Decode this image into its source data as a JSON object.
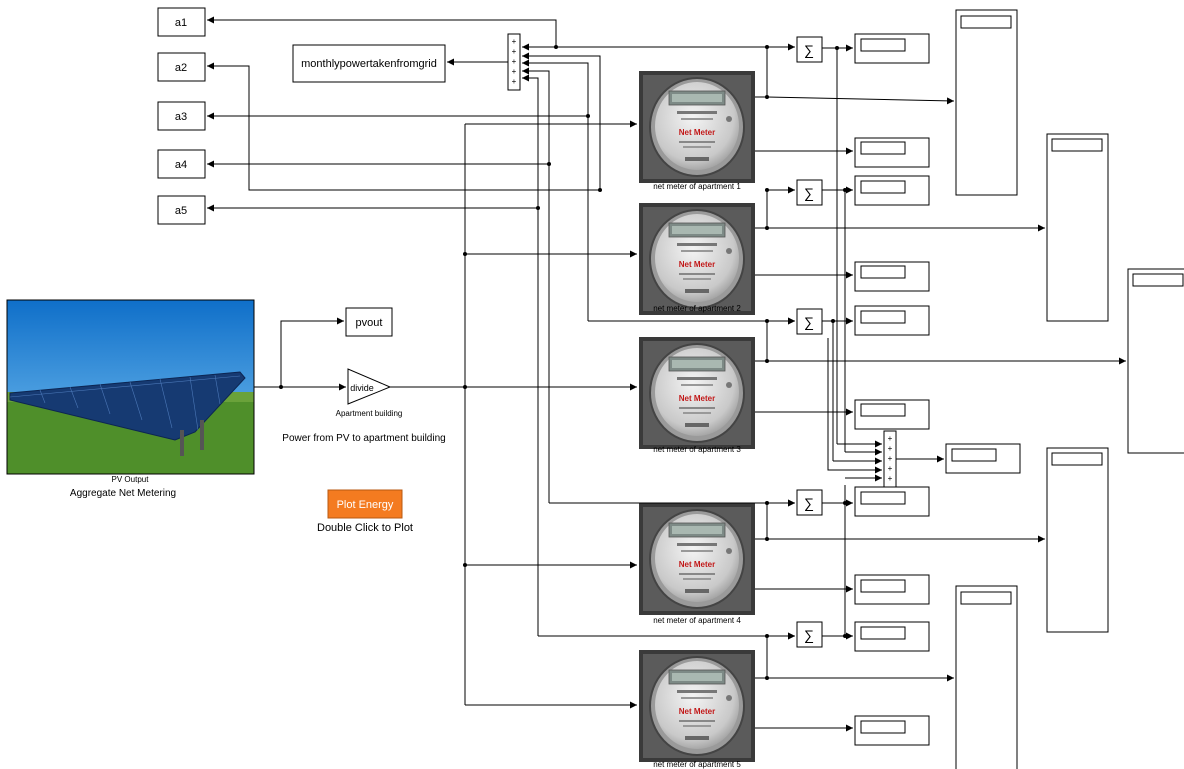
{
  "goto_tags": [
    "a1",
    "a2",
    "a3",
    "a4",
    "a5"
  ],
  "grid_block_label": "monthlypowertakenfromgrid",
  "pvout_label": "pvout",
  "pv_block": {
    "caption": "PV Output",
    "title": "Aggregate Net Metering"
  },
  "gain_block": {
    "text": "divide",
    "caption": "Apartment building"
  },
  "power_note": "Power from PV to apartment building",
  "plot_button": {
    "label": "Plot Energy",
    "hint": "Double Click to Plot"
  },
  "meter_face": {
    "brand": "Net Meter"
  },
  "meters": [
    {
      "caption": "net meter of apartment 1"
    },
    {
      "caption": "net meter of apartment 2"
    },
    {
      "caption": "net meter of apartment 3"
    },
    {
      "caption": "net meter of apartment 4"
    },
    {
      "caption": "net meter of apartment 5"
    }
  ],
  "sum_symbol": "∑",
  "mux_sign": "+",
  "colors": {
    "line": "#000000",
    "block_border": "#000000",
    "plot_button_bg": "#f47b20",
    "sky": "#1f8ad8",
    "grass": "#4f8f2a",
    "panel": "#163a72",
    "meter_frame": "#2b2b2b"
  }
}
